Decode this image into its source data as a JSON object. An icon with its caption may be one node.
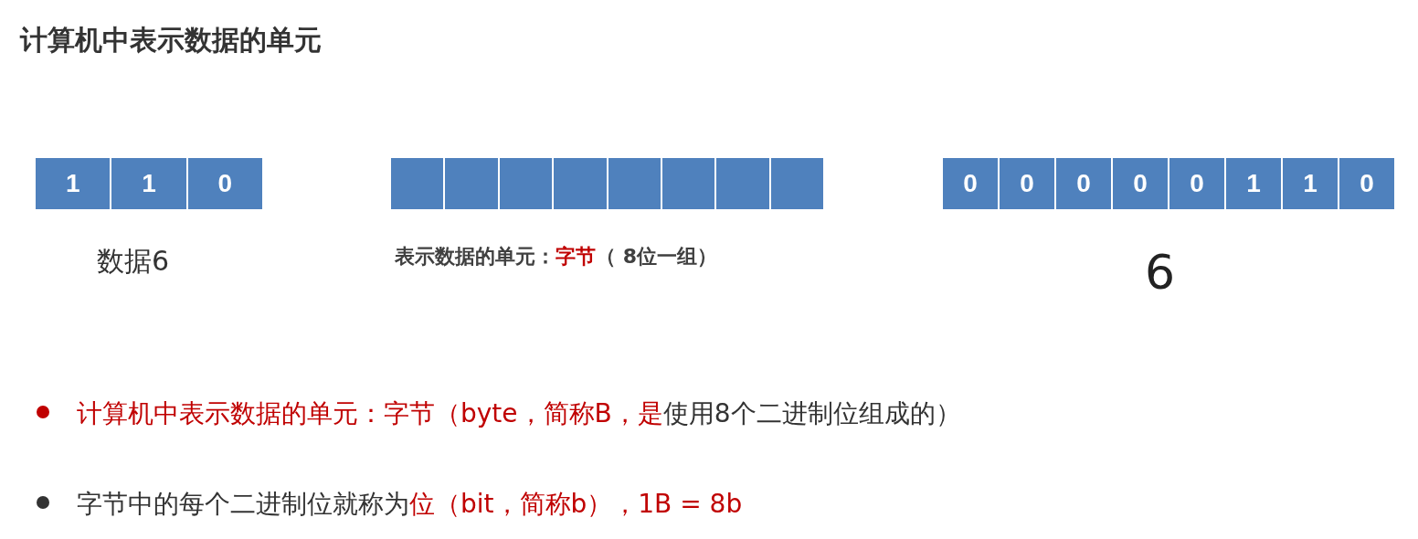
{
  "diagram": {
    "title": "计算机中表示数据的单元",
    "nodes": [
      {
        "text": [
          "1"
        ]
      },
      {
        "text": [
          "1"
        ]
      },
      {
        "text": [
          "0"
        ]
      },
      {
        "text": [],
        "shape": "box"
      },
      {
        "text": [],
        "shape": "box"
      },
      {
        "text": [],
        "shape": "box"
      },
      {
        "text": [],
        "shape": "box"
      },
      {
        "text": [],
        "shape": "box"
      },
      {
        "text": [],
        "shape": "box"
      },
      {
        "text": [],
        "shape": "box"
      },
      {
        "text": [],
        "shape": "box"
      },
      {
        "text": [
          "0"
        ]
      },
      {
        "text": [
          "0"
        ]
      },
      {
        "text": [
          "0"
        ]
      },
      {
        "text": [
          "0"
        ]
      },
      {
        "text": [
          "0"
        ]
      },
      {
        "text": [
          "1"
        ]
      },
      {
        "text": [
          "1"
        ]
      },
      {
        "text": [
          "0"
        ]
      }
    ],
    "labels": [
      "数据6",
      "表示数据的单元：",
      "字节",
      "（ 8位一组）",
      "6",
      "计算机中表示数据的单元：字节（byte，简称B，是",
      "使用8个二进制位组成的）",
      "字节中的每个二进制位就称为",
      "位（bit，简称b），1B = 8b"
    ]
  }
}
